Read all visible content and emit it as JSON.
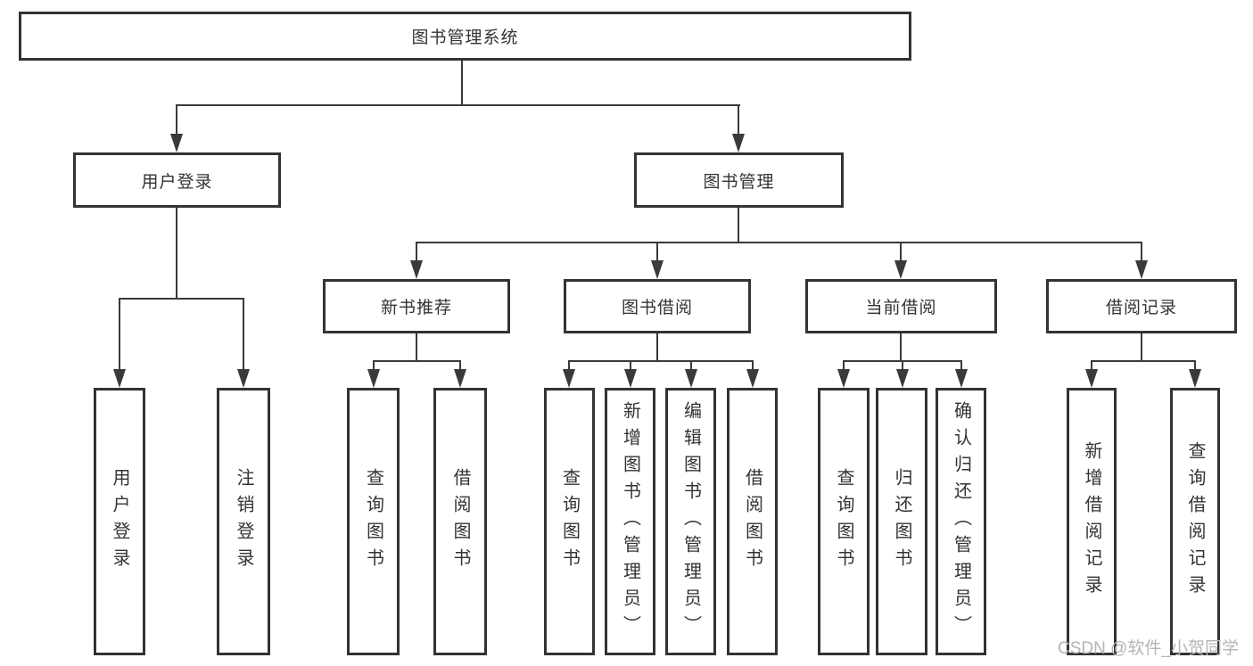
{
  "diagram": {
    "root": {
      "label": "图书管理系统"
    },
    "level2": [
      {
        "label": "用户登录"
      },
      {
        "label": "图书管理"
      }
    ],
    "level3": [
      {
        "label": "新书推荐"
      },
      {
        "label": "图书借阅"
      },
      {
        "label": "当前借阅"
      },
      {
        "label": "借阅记录"
      }
    ],
    "leaves": [
      "用户登录",
      "注销登录",
      "查询图书",
      "借阅图书",
      "查询图书",
      "新增图书（管理员）",
      "编辑图书（管理员）",
      "借阅图书",
      "查询图书",
      "归还图书",
      "确认归还（管理员）",
      "新增借阅记录",
      "查询借阅记录"
    ]
  },
  "watermark": "CSDN @软件_小贺同学",
  "colors": {
    "line": "#3a3a3a",
    "border": "#333333",
    "text": "#333333",
    "background": "#ffffff",
    "watermark": "#b5b5b5"
  }
}
